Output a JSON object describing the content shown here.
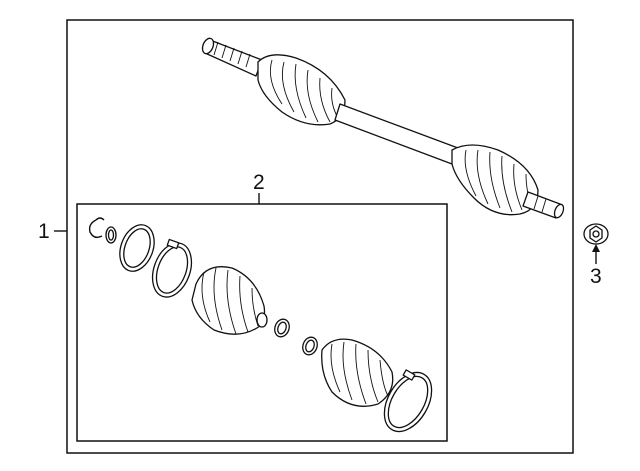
{
  "callouts": {
    "axle_assembly": "1",
    "boot_kit": "2",
    "hub_nut": "3"
  }
}
